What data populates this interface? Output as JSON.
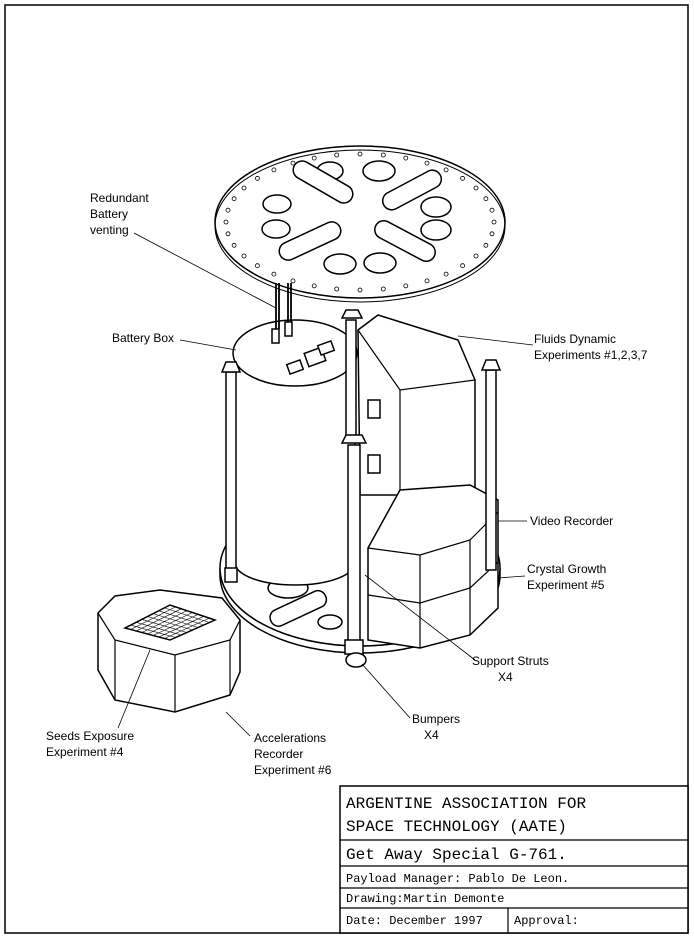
{
  "labels": {
    "redundant_1": "Redundant",
    "redundant_2": "Battery",
    "redundant_3": "venting",
    "battery_box": "Battery Box",
    "fluids_1": "Fluids Dynamic",
    "fluids_2": "Experiments #1,2,3,7",
    "video": "Video Recorder",
    "crystal_1": "Crystal Growth",
    "crystal_2": "Experiment #5",
    "struts_1": "Support Struts",
    "struts_2": "X4",
    "bumpers_1": "Bumpers",
    "bumpers_2": "X4",
    "seeds_1": "Seeds Exposure",
    "seeds_2": "Experiment #4",
    "accel_1": "Accelerations",
    "accel_2": "Recorder",
    "accel_3": "Experiment #6"
  },
  "title_block": {
    "org_line1": "ARGENTINE ASSOCIATION FOR",
    "org_line2": "SPACE TECHNOLOGY (AATE)",
    "project": "Get Away Special G-761.",
    "manager": "Payload Manager: Pablo De Leon.",
    "drawing": "Drawing:Martin Demonte",
    "date": "Date: December 1997",
    "approval": "Approval:"
  }
}
